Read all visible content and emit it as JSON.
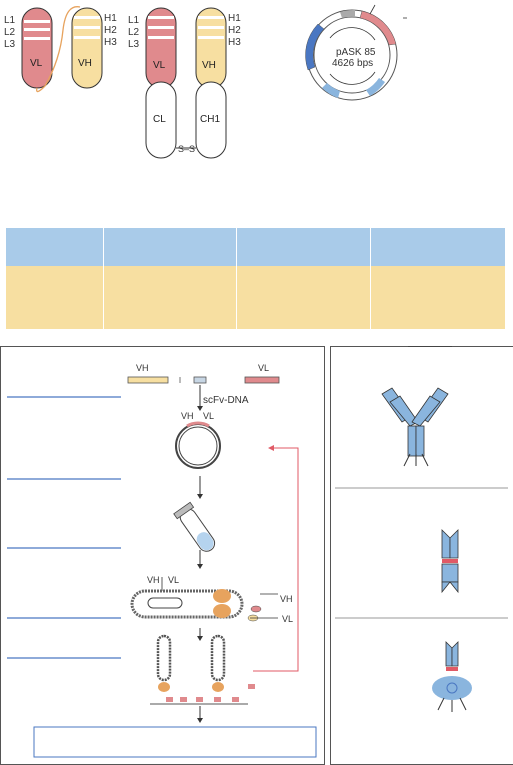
{
  "antibody_labels": {
    "L1": "L1",
    "L2": "L2",
    "L3": "L3",
    "H1": "H1",
    "H2": "H2",
    "H3": "H3",
    "scfv_VL": "VL",
    "scfv_VH": "VH",
    "fab_VL": "VL",
    "fab_VH": "VH",
    "fab_CL": "CL",
    "fab_CH": "CH1",
    "disulfide": "S–S"
  },
  "plasmid": {
    "name": "pASK 85",
    "size": "4626 bps"
  },
  "workflow": {
    "VH_gene": "VH",
    "VL_gene": "VL",
    "scfv_dna": "scFv-DNA",
    "vector_VH": "VH",
    "vector_VL": "VL",
    "phage_VH": "VH",
    "phage_VL": "VL",
    "display_VH": "VH",
    "display_VL": "VL"
  },
  "colors": {
    "red_domain": "#e08a8d",
    "yellow_domain": "#f7dfa1",
    "blue_accent": "#4a77c2",
    "table_header": "#a9cbe9",
    "table_row": "#f7dfa1",
    "antibody_blue": "#8ab5de",
    "orange_protein": "#e7a35e"
  }
}
